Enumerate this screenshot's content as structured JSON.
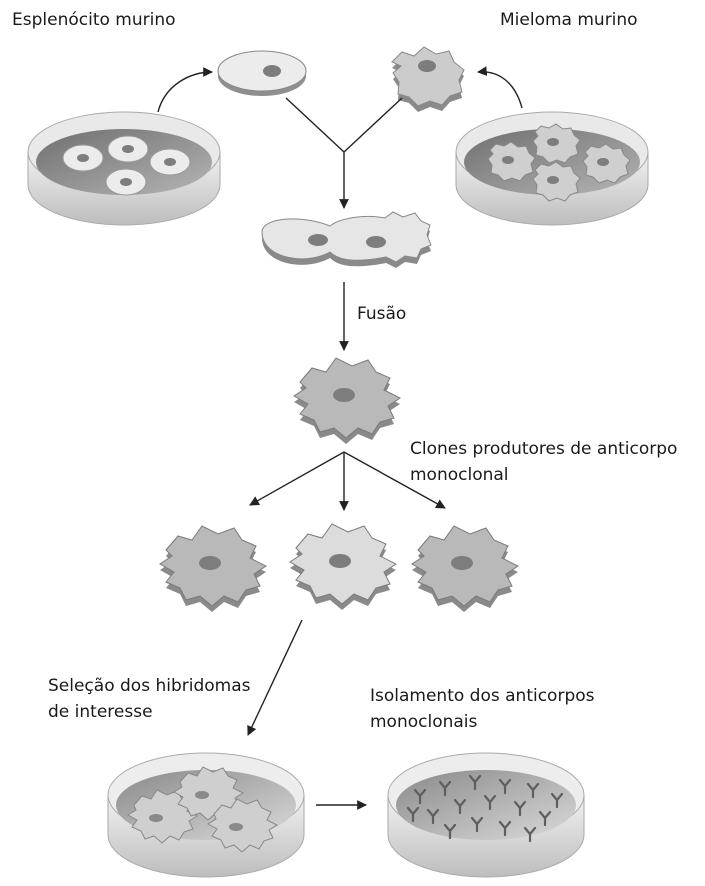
{
  "labels": {
    "splenocyte": "Esplenócito murino",
    "myeloma": "Mieloma murino",
    "fusion": "Fusão",
    "clones_line1": "Clones produtores de anticorpo",
    "clones_line2": "monoclonal",
    "selection_line1": "Seleção dos hibridomas",
    "selection_line2": "de interesse",
    "isolation_line1": "Isolamento dos anticorpos",
    "isolation_line2": "monoclonais"
  },
  "colors": {
    "cell_gray": "#9a9a9a",
    "cell_light": "#e4e4e4",
    "nucleus": "#7d7d7d",
    "dish_rim": "#d2d2d2",
    "dish_medium": "#8c8c8c",
    "arrow": "#222222"
  }
}
